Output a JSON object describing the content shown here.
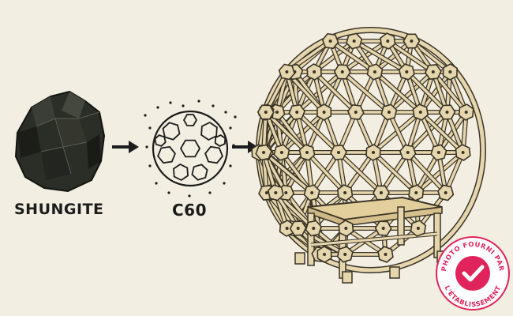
{
  "labels": {
    "rock": "SHUNGITE",
    "molecule": "C60"
  },
  "badge": {
    "top_text": "PHOTO FOURNI PAR",
    "bottom_text": "L'ÉTABLISSEMENT",
    "icon": "checkmark-icon",
    "color": "#e0245b"
  },
  "colors": {
    "background": "#f3eee2",
    "ink": "#1c1c1c",
    "rock": "#2a2c26",
    "wood": "#e6d6ad"
  }
}
